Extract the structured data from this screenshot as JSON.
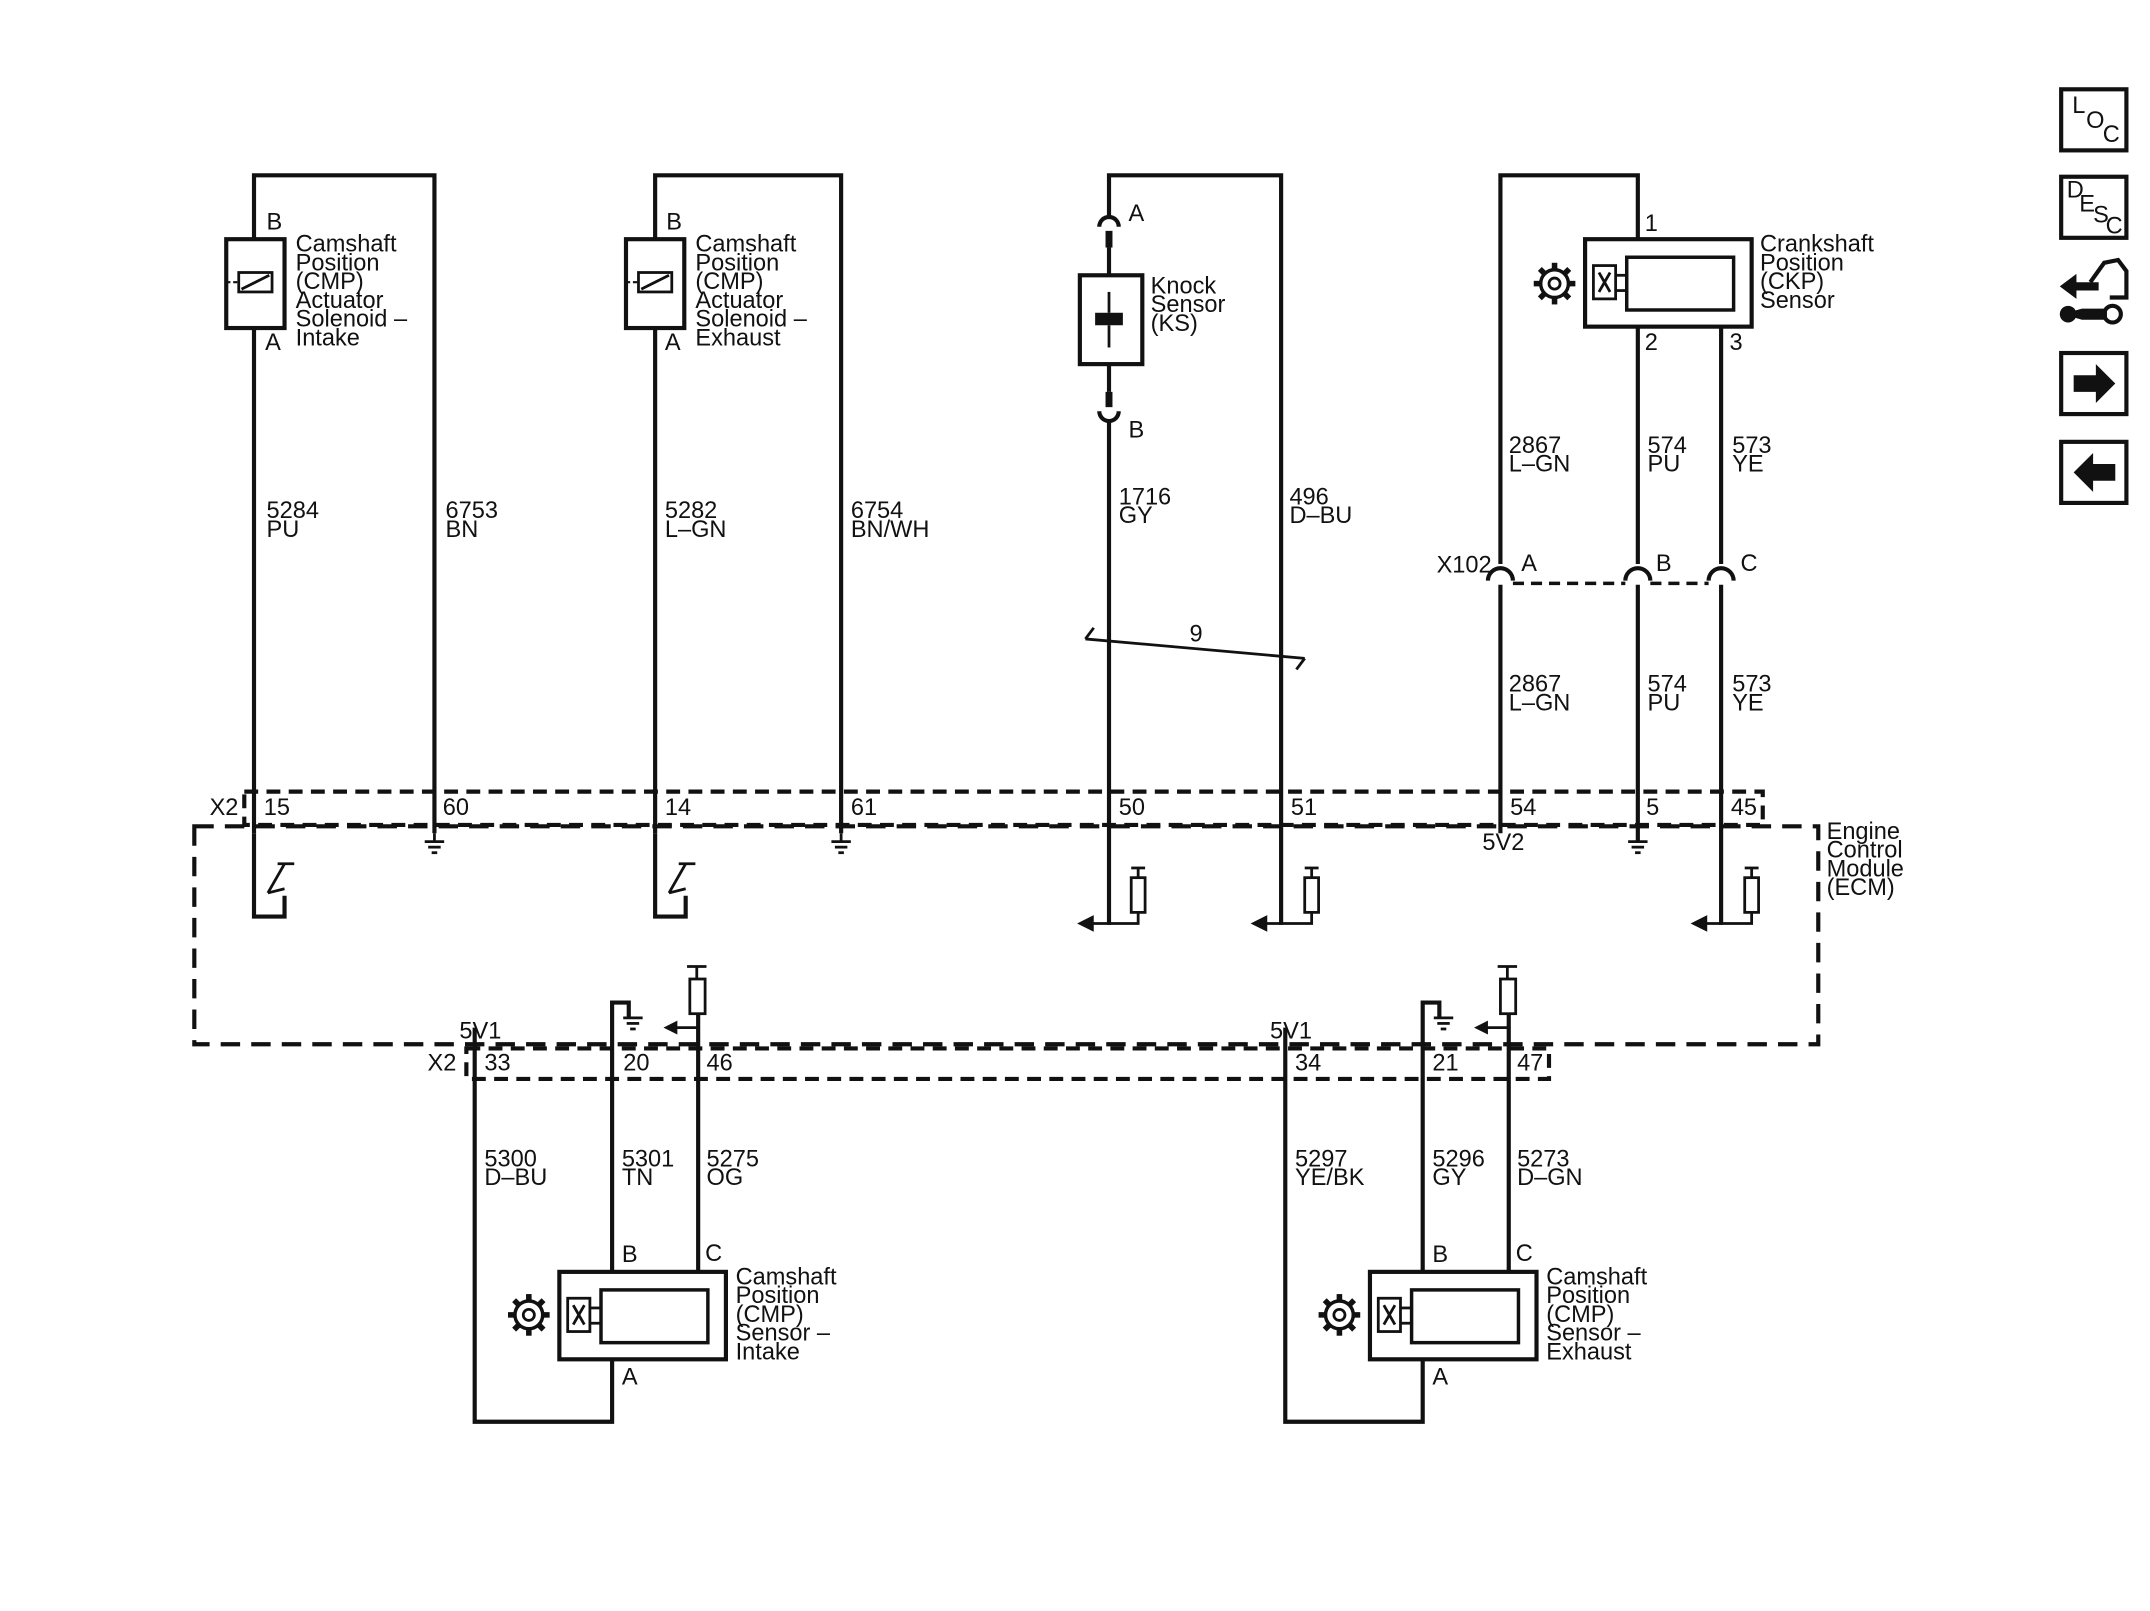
{
  "components": {
    "cmp_actuator_intake": {
      "label_lines": [
        "Camshaft",
        "Position",
        "(CMP)",
        "Actuator",
        "Solenoid –",
        "Intake"
      ],
      "pin_top": "B",
      "pin_bottom": "A"
    },
    "cmp_actuator_exhaust": {
      "label_lines": [
        "Camshaft",
        "Position",
        "(CMP)",
        "Actuator",
        "Solenoid –",
        "Exhaust"
      ],
      "pin_top": "B",
      "pin_bottom": "A"
    },
    "knock_sensor": {
      "label_lines": [
        "Knock",
        "Sensor",
        "(KS)"
      ],
      "pin_top": "A",
      "pin_bottom": "B"
    },
    "ckp_sensor": {
      "label_lines": [
        "Crankshaft",
        "Position",
        "(CKP)",
        "Sensor"
      ],
      "pins": [
        "1",
        "2",
        "3"
      ]
    },
    "cmp_sensor_intake": {
      "label_lines": [
        "Camshaft",
        "Position",
        "(CMP)",
        "Sensor –",
        "Intake"
      ],
      "pins": [
        "B",
        "C",
        "A"
      ]
    },
    "cmp_sensor_exhaust": {
      "label_lines": [
        "Camshaft",
        "Position",
        "(CMP)",
        "Sensor –",
        "Exhaust"
      ],
      "pins": [
        "B",
        "C",
        "A"
      ]
    },
    "ecm": {
      "label_lines": [
        "Engine",
        "Control",
        "Module",
        "(ECM)"
      ]
    }
  },
  "wires": {
    "w5284": {
      "circuit": "5284",
      "color": "PU"
    },
    "w6753": {
      "circuit": "6753",
      "color": "BN"
    },
    "w5282": {
      "circuit": "5282",
      "color": "L–GN"
    },
    "w6754": {
      "circuit": "6754",
      "color": "BN/WH"
    },
    "w1716": {
      "circuit": "1716",
      "color": "GY"
    },
    "w496": {
      "circuit": "496",
      "color": "D–BU"
    },
    "w2867a": {
      "circuit": "2867",
      "color": "L–GN"
    },
    "w574a": {
      "circuit": "574",
      "color": "PU"
    },
    "w573a": {
      "circuit": "573",
      "color": "YE"
    },
    "w2867b": {
      "circuit": "2867",
      "color": "L–GN"
    },
    "w574b": {
      "circuit": "574",
      "color": "PU"
    },
    "w573b": {
      "circuit": "573",
      "color": "YE"
    },
    "w5300": {
      "circuit": "5300",
      "color": "D–BU"
    },
    "w5301": {
      "circuit": "5301",
      "color": "TN"
    },
    "w5275": {
      "circuit": "5275",
      "color": "OG"
    },
    "w5297": {
      "circuit": "5297",
      "color": "YE/BK"
    },
    "w5296": {
      "circuit": "5296",
      "color": "GY"
    },
    "w5273": {
      "circuit": "5273",
      "color": "D–GN"
    }
  },
  "connectors": {
    "x2_top": {
      "name": "X2",
      "pins": [
        "15",
        "60",
        "14",
        "61",
        "50",
        "51",
        "54",
        "5",
        "45"
      ]
    },
    "x2_bottom": {
      "name": "X2",
      "pins": [
        "33",
        "20",
        "46",
        "34",
        "21",
        "47"
      ]
    },
    "x102": {
      "name": "X102",
      "pins": [
        "A",
        "B",
        "C"
      ]
    }
  },
  "shield_label": "9",
  "refs": {
    "5v2": "5V2",
    "5v1_left": "5V1",
    "5v1_right": "5V1"
  },
  "nav": [
    {
      "id": "loc",
      "icon": "loc-icon",
      "glyphs": [
        "L",
        "O",
        "C"
      ]
    },
    {
      "id": "desc",
      "icon": "desc-icon",
      "glyphs": [
        "D",
        "E",
        "S",
        "C"
      ]
    },
    {
      "id": "connector",
      "icon": "connector-tool-icon"
    },
    {
      "id": "next",
      "icon": "arrow-right-icon"
    },
    {
      "id": "prev",
      "icon": "arrow-left-icon"
    }
  ]
}
